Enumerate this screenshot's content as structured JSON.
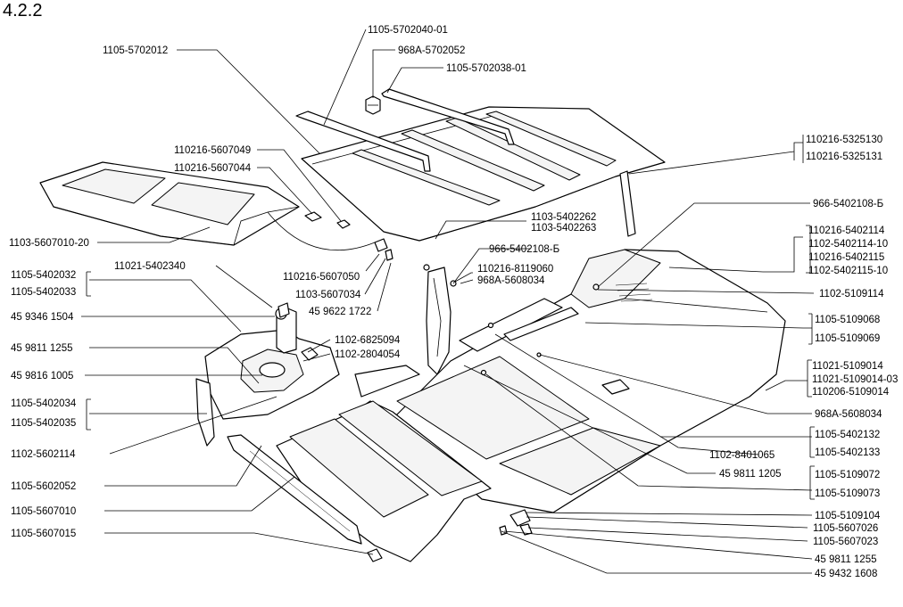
{
  "figure_number": "4.2.2",
  "labels": [
    "1105-5702040-01",
    "968А-5702052",
    "1105-5702038-01",
    "1105-5702012",
    "110216-5607049",
    "110216-5607044",
    "1103-5607010-20",
    "110216-5325130",
    "110216-5325131",
    "966-5402108-Б",
    "1103-5402262",
    "1103-5402263",
    "966-5402108-Б",
    "110216-5607050",
    "110216-8119060",
    "968А-5608034",
    "1103-5607034",
    "45 9622 1722",
    "110216-5402114",
    "1102-5402114-10",
    "110216-5402115",
    "1102-5402115-10",
    "1105-5402032",
    "1105-5402033",
    "11021-5402340",
    "1102-5109114",
    "45 9346 1504",
    "1102-6825094",
    "45 9811 1255",
    "1102-2804054",
    "1105-5109068",
    "1105-5109069",
    "45 9816 1005",
    "11021-5109014",
    "11021-5109014-03",
    "110206-5109014",
    "1105-5402034",
    "1105-5402035",
    "968А-5608034",
    "1102-5602114",
    "1105-5402132",
    "1105-5402133",
    "1102-8401065",
    "1105-5602052",
    "45 9811 1205",
    "1105-5109072",
    "1105-5109073",
    "1105-5607010",
    "1105-5109104",
    "1105-5607026",
    "1105-5607015",
    "1105-5607023",
    "45 9811 1255",
    "45 9432 1608"
  ]
}
